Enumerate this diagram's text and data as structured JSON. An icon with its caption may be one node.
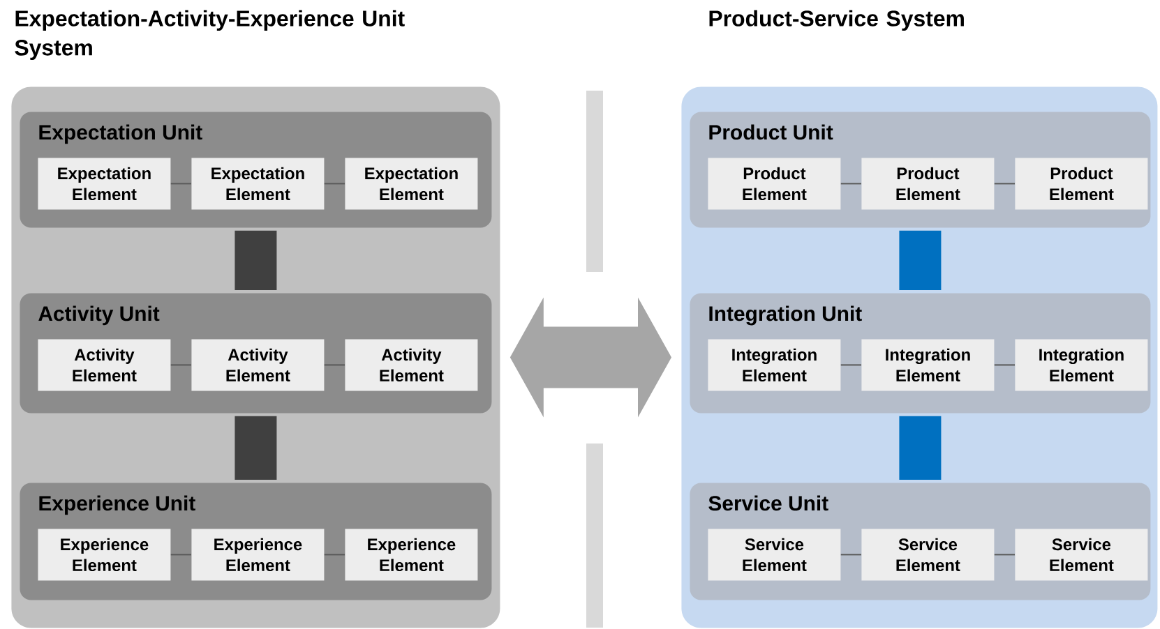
{
  "diagram": {
    "nodes": [
      {
        "text": [
          "Expectation-Activity-Experience Unit System"
        ]
      },
      {
        "text": [
          "Expectation Unit"
        ],
        "in": 0
      },
      {
        "text": [
          "Expectation Element"
        ],
        "in": 1
      },
      {
        "text": [
          "Expectation Element"
        ],
        "in": 1
      },
      {
        "text": [
          "Expectation Element"
        ],
        "in": 1
      },
      {
        "text": [
          "Activity Unit"
        ],
        "in": 0
      },
      {
        "text": [
          "Activity Element"
        ],
        "in": 5
      },
      {
        "text": [
          "Activity Element"
        ],
        "in": 5
      },
      {
        "text": [
          "Activity Element"
        ],
        "in": 5
      },
      {
        "text": [
          "Experience Unit"
        ],
        "in": 0
      },
      {
        "text": [
          "Experience Element"
        ],
        "in": 9
      },
      {
        "text": [
          "Experience Element"
        ],
        "in": 9
      },
      {
        "text": [
          "Experience Element"
        ],
        "in": 9
      },
      {
        "text": [
          "Product-Service System"
        ]
      },
      {
        "text": [
          "Product Unit"
        ],
        "in": 13
      },
      {
        "text": [
          "Product Element"
        ],
        "in": 14
      },
      {
        "text": [
          "Product Element"
        ],
        "in": 14
      },
      {
        "text": [
          "Product Element"
        ],
        "in": 14
      },
      {
        "text": [
          "Integration Unit"
        ],
        "in": 13
      },
      {
        "text": [
          "Integration Element"
        ],
        "in": 18
      },
      {
        "text": [
          "Integration Element"
        ],
        "in": 18
      },
      {
        "text": [
          "Integration Element"
        ],
        "in": 18
      },
      {
        "text": [
          "Service Unit"
        ],
        "in": 13
      },
      {
        "text": [
          "Service Element"
        ],
        "in": 22
      },
      {
        "text": [
          "Service Element"
        ],
        "in": 22
      },
      {
        "text": [
          "Service Element"
        ],
        "in": 22
      }
    ],
    "edges": [
      {
        "from": 2,
        "to": 3,
        "arrow": "none"
      },
      {
        "from": 3,
        "to": 4,
        "arrow": "none"
      },
      {
        "from": 1,
        "to": 5,
        "arrow": "none",
        "style": "thick",
        "color": "#404040"
      },
      {
        "from": 6,
        "to": 7,
        "arrow": "none"
      },
      {
        "from": 7,
        "to": 8,
        "arrow": "none"
      },
      {
        "from": 5,
        "to": 9,
        "arrow": "none",
        "style": "thick",
        "color": "#404040"
      },
      {
        "from": 10,
        "to": 11,
        "arrow": "none"
      },
      {
        "from": 11,
        "to": 12,
        "arrow": "none"
      },
      {
        "from": 0,
        "to": 13,
        "arrow": "both",
        "style": "thick",
        "color": "#a6a6a6"
      },
      {
        "from": 15,
        "to": 16,
        "arrow": "none"
      },
      {
        "from": 16,
        "to": 17,
        "arrow": "none"
      },
      {
        "from": 14,
        "to": 18,
        "arrow": "none",
        "style": "thick",
        "color": "#0070c0"
      },
      {
        "from": 19,
        "to": 20,
        "arrow": "none"
      },
      {
        "from": 20,
        "to": 21,
        "arrow": "none"
      },
      {
        "from": 18,
        "to": 22,
        "arrow": "none",
        "style": "thick",
        "color": "#0070c0"
      },
      {
        "from": 23,
        "to": 24,
        "arrow": "none"
      },
      {
        "from": 24,
        "to": 25,
        "arrow": "none"
      }
    ]
  }
}
